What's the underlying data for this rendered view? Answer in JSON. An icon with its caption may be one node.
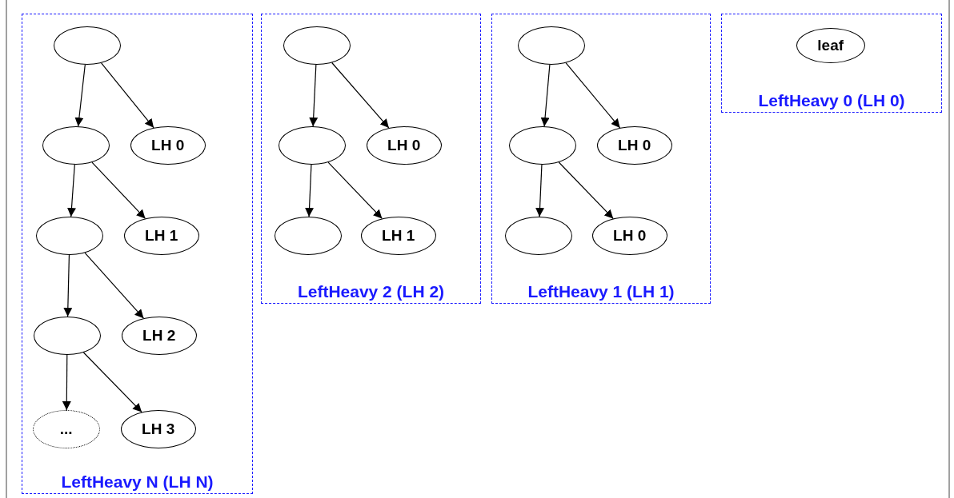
{
  "diagram": {
    "nodes": [
      {
        "text": [
          "LeftHeavy N (LH N)"
        ]
      },
      {
        "text": [],
        "shape": "ellipse",
        "in": 0
      },
      {
        "text": [],
        "shape": "ellipse",
        "in": 0
      },
      {
        "text": [
          "LH 0"
        ],
        "in": 0
      },
      {
        "text": [],
        "shape": "ellipse",
        "in": 0
      },
      {
        "text": [
          "LH 1"
        ],
        "in": 0
      },
      {
        "text": [],
        "shape": "ellipse",
        "in": 0
      },
      {
        "text": [
          "LH 2"
        ],
        "in": 0
      },
      {
        "text": [
          "..."
        ],
        "in": 0
      },
      {
        "text": [
          "LH 3"
        ],
        "in": 0
      },
      {
        "text": [
          "LeftHeavy 2 (LH 2)"
        ]
      },
      {
        "text": [],
        "shape": "ellipse",
        "in": 10
      },
      {
        "text": [],
        "shape": "ellipse",
        "in": 10
      },
      {
        "text": [
          "LH 0"
        ],
        "in": 10
      },
      {
        "text": [],
        "shape": "ellipse",
        "in": 10
      },
      {
        "text": [
          "LH 1"
        ],
        "in": 10
      },
      {
        "text": [
          "LeftHeavy 1 (LH 1)"
        ]
      },
      {
        "text": [],
        "shape": "ellipse",
        "in": 16
      },
      {
        "text": [],
        "shape": "ellipse",
        "in": 16
      },
      {
        "text": [
          "LH 0"
        ],
        "in": 16
      },
      {
        "text": [],
        "shape": "ellipse",
        "in": 16
      },
      {
        "text": [
          "LH 0"
        ],
        "in": 16
      },
      {
        "text": [
          "LeftHeavy 0 (LH 0)"
        ]
      },
      {
        "text": [
          "leaf"
        ],
        "in": 22
      }
    ],
    "edges": [
      {
        "from": 1,
        "to": 2,
        "arrow": "to"
      },
      {
        "from": 1,
        "to": 3,
        "arrow": "to"
      },
      {
        "from": 2,
        "to": 4,
        "arrow": "to"
      },
      {
        "from": 2,
        "to": 5,
        "arrow": "to"
      },
      {
        "from": 4,
        "to": 6,
        "arrow": "to"
      },
      {
        "from": 4,
        "to": 7,
        "arrow": "to"
      },
      {
        "from": 6,
        "to": 8,
        "arrow": "to"
      },
      {
        "from": 6,
        "to": 9,
        "arrow": "to"
      },
      {
        "from": 11,
        "to": 12,
        "arrow": "to"
      },
      {
        "from": 11,
        "to": 13,
        "arrow": "to"
      },
      {
        "from": 12,
        "to": 14,
        "arrow": "to"
      },
      {
        "from": 12,
        "to": 15,
        "arrow": "to"
      },
      {
        "from": 17,
        "to": 18,
        "arrow": "to"
      },
      {
        "from": 17,
        "to": 19,
        "arrow": "to"
      },
      {
        "from": 18,
        "to": 20,
        "arrow": "to"
      },
      {
        "from": 18,
        "to": 21,
        "arrow": "to"
      }
    ]
  }
}
